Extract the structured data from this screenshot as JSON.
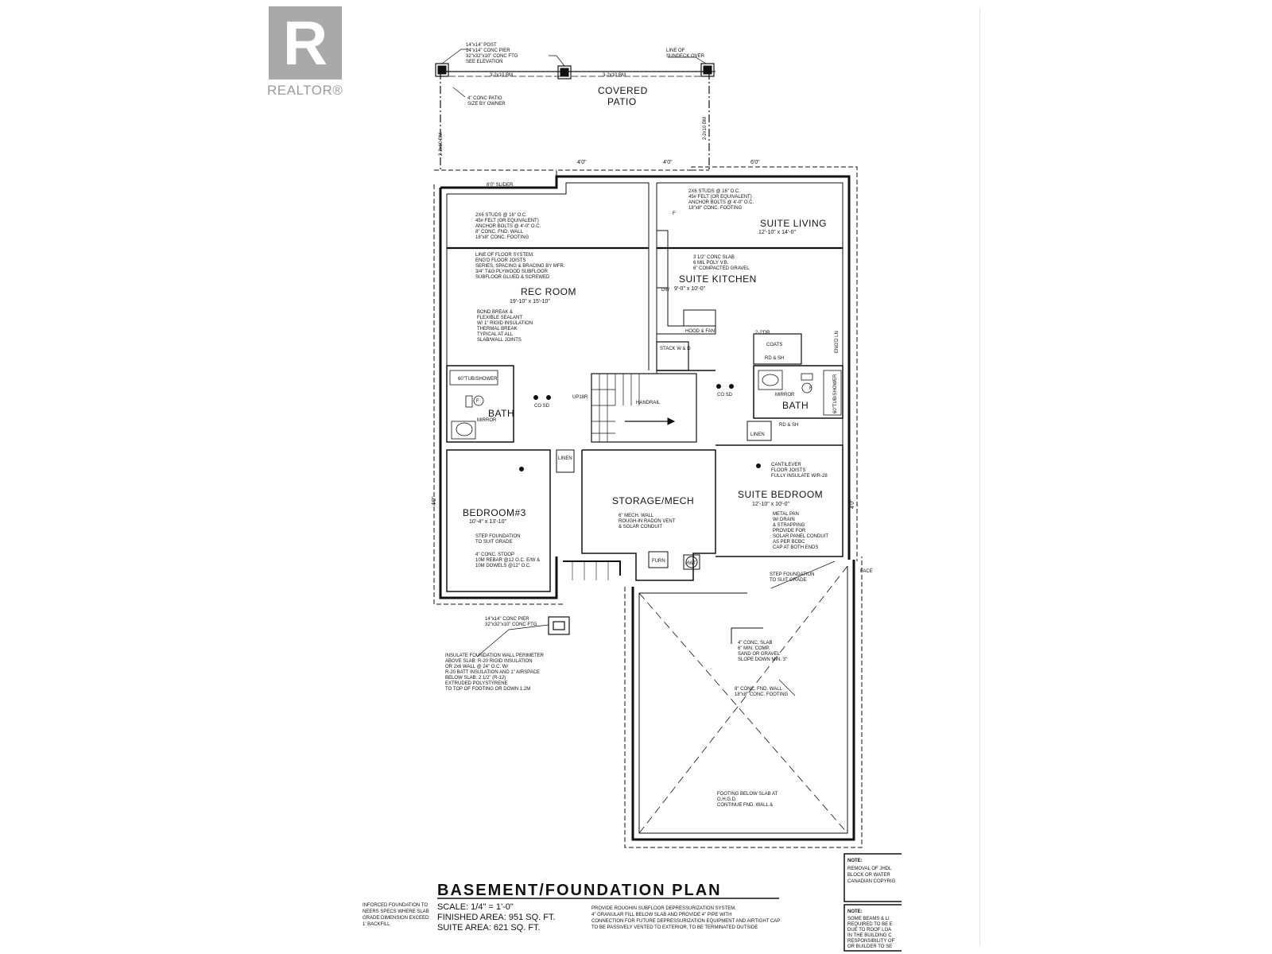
{
  "logo": {
    "letter": "R",
    "wordmark": "REALTOR®"
  },
  "rooms": {
    "covered_patio_1": "COVERED",
    "covered_patio_2": "PATIO",
    "rec_room": "REC ROOM",
    "rec_room_dim": "19'-10\" x 15'-10\"",
    "suite_living": "SUITE LIVING",
    "suite_living_dim": "12'-10\" x 14'-0\"",
    "suite_kitchen": "SUITE KITCHEN",
    "suite_kitchen_dim": "9'-0\" x 10'-0\"",
    "bath_1": "BATH",
    "bath_2": "BATH",
    "bedroom3": "BEDROOM#3",
    "bedroom3_dim": "10'-4\" x 13'-10\"",
    "storage": "STORAGE/MECH",
    "suite_bedroom": "SUITE BEDROOM",
    "suite_bedroom_dim": "12'-10\" x 10'-0\""
  },
  "fixtures": {
    "tub1": "60\"TUB/SHOWER",
    "tub2": "60\"TUB/SHOWER",
    "mirror1": "MIRROR",
    "mirror2": "MIRROR",
    "linen1": "LINEN",
    "linen2": "LINEN",
    "furn": "FURN",
    "hwt": "HWT",
    "stack": "STACK W & D",
    "hood": "HOOD & FAN",
    "dw": "DW",
    "coats": "COATS",
    "rd_sh_1": "RD & SH",
    "rd_sh_2": "RD & SH",
    "handrail": "HANDRAIL",
    "up": "UP18R",
    "co_sd_1": "CO SD",
    "co_sd_2": "CO SD",
    "slider": "8'0\" SLIDER",
    "face": "FACE",
    "two_dr": "2-2'DR."
  },
  "dims": {
    "top_a": "4'0\"",
    "top_b": "4'0\"",
    "top_c": "6'0\"",
    "left_side": "4'0\"",
    "right_side": "4'0\"",
    "beam_1": "3-2x10 BM",
    "beam_2": "3-2x10 BM",
    "beam_left": "2-2x10 BM",
    "beam_right": "2-2x10 BM"
  },
  "notes": {
    "post": "14\"x14\" POST",
    "pier": "14\"x14\" CONC PIER",
    "pier_ftg": "32\"x32\"x10\" CONC FTG",
    "see_elev": "SEE ELEVATION",
    "sundeck_1": "LINE OF",
    "sundeck_2": "SUNDECK OVER",
    "patio_1": "4\" CONC PATIO",
    "patio_2": "SIZE BY OWNER",
    "studs_1": "2X6 STUDS @ 16\" O.C.",
    "studs_2": "45# FELT (OR EQUIVALENT)",
    "studs_3": "ANCHOR BOLTS @ 4'-0\" O.C.",
    "studs_4": "8\" CONC. FND. WALL",
    "studs_5": "18\"x8\" CONC. FOOTING",
    "floor_1": "LINE OF FLOOR SYSTEM:",
    "floor_2": "ENG'D FLOOR JOISTS",
    "floor_3": "SERIES, SPACING & BRACING BY MFR.",
    "floor_4": "3/4\" T&G PLYWOOD SUBFLOOR",
    "floor_5": "SUBFLOOR GLUED & SCREWED",
    "bond_1": "BOND BREAK &",
    "bond_2": "FLEXIBLE SEALANT",
    "bond_3": "W/ 1\" RIGID INSULATION",
    "bond_4": "THERMAL BREAK",
    "bond_5": "TYPICAL AT ALL",
    "bond_6": "SLAB/WALL JOINTS",
    "slab_1": "3 1/2\" CONC SLAB",
    "slab_2": "6 MIL POLY V.B.",
    "slab_3": "6\" COMPACTED GRAVEL",
    "cant_1": "CANTILEVER",
    "cant_2": "FLOOR JOISTS",
    "cant_3": "FULLY INSULATE W/R-28",
    "mech_1": "6\" MECH. WALL",
    "mech_2": "ROUGH-IN RADON VENT",
    "mech_3": "& SOLAR CONDUIT",
    "metal_1": "METAL PAN",
    "metal_2": "W/ DRAIN",
    "metal_3": "& STRAPPING",
    "metal_4": "PROVIDE FOR",
    "metal_5": "SOLAR PANEL CONDUIT",
    "metal_6": "AS PER BCBC",
    "metal_7": "CAP AT BOTH ENDS",
    "stepf_1": "STEP FOUNDATION",
    "stepf_2": "TO SUIT GRADE",
    "stepf2_1": "STEP FOUNDATION",
    "stepf2_2": "TO SUIT GRADE",
    "stoop_1": "4\" CONC. STOOP",
    "stoop_2": "10M REBAR @12 O.C. E/W &",
    "stoop_3": "10M DOWELS @12\" O.C.",
    "pier2_1": "14\"x14\" CONC PIER",
    "pier2_2": "32\"x32\"x10\" CONC FTG",
    "ins_1": "INSULATE FOUNDATION WALL PERIMETER",
    "ins_2": "ABOVE SLAB: R-20 RIGID INSULATION",
    "ins_3": "OR 2x6 WALL @ 24\" O.C. W/",
    "ins_4": "R-20 BATT INSULATION AND 1\" AIRSPACE",
    "ins_5": "BELOW SLAB: 2 1/2\" (R-12)",
    "ins_6": "EXTRUDED POLYSTYRENE",
    "ins_7": "TO TOP OF FOOTING OR DOWN 1.2M",
    "gslab_1": "4\" CONC. SLAB",
    "gslab_2": "6\" MIN. COMP.",
    "gslab_3": "SAND OR GRAVEL",
    "gslab_4": "SLOPE DOWN MIN. 3\"",
    "gwall_1": "8\" CONC. FND. WALL",
    "gwall_2": "18\"x8\" CONC. FOOTING",
    "gftg_1": "FOOTING BELOW SLAB AT",
    "gftg_2": "O.H.G.D.",
    "gftg_3": "CONTINUE FND. WALL &",
    "eng": "ENG'D LN"
  },
  "title": {
    "main": "BASEMENT/FOUNDATION PLAN",
    "scale": "SCALE: 1/4\" = 1'-0\"",
    "finished": "FINISHED AREA:   951 SQ. FT.",
    "suite": "SUITE AREA: 621 SQ. FT.",
    "left_1": "INFORCED FOUNDATION TO",
    "left_2": "NEERS SPECS WHERE SLAB",
    "left_3": "GRADE DIMENSION EXCEED:",
    "left_4": "1' BACKFILL",
    "right_1": "PROVIDE ROUGHIN SUBFLOOR DEPRESSURIZATION SYSTEM,",
    "right_2": "4\" GRANULAR FILL BELOW SLAB AND PROVIDE 4\" PIPE WITH",
    "right_3": "CONNECTION FOR FUTURE DEPRESSURIZATION EQUIPMENT AND AIRTIGHT CAP",
    "right_4": "TO BE PASSIVELY VENTED TO EXTERIOR, TO BE TERMINATED OUTSIDE"
  },
  "note_box_1": {
    "head": "NOTE:",
    "l1": "REMOVAL OF JHDL",
    "l2": "BLOCK OR WATER",
    "l3": "CANADIAN COPYRIG"
  },
  "note_box_2": {
    "head": "NOTE:",
    "l1": "SOME BEAMS & LI",
    "l2": "REQUIRED TO BE E",
    "l3": "DUE TO ROOF LOA",
    "l4": "IN THE BUILDING C",
    "l5": "RESPONSIBILITY OF",
    "l6": "OR BUILDER TO SE"
  }
}
